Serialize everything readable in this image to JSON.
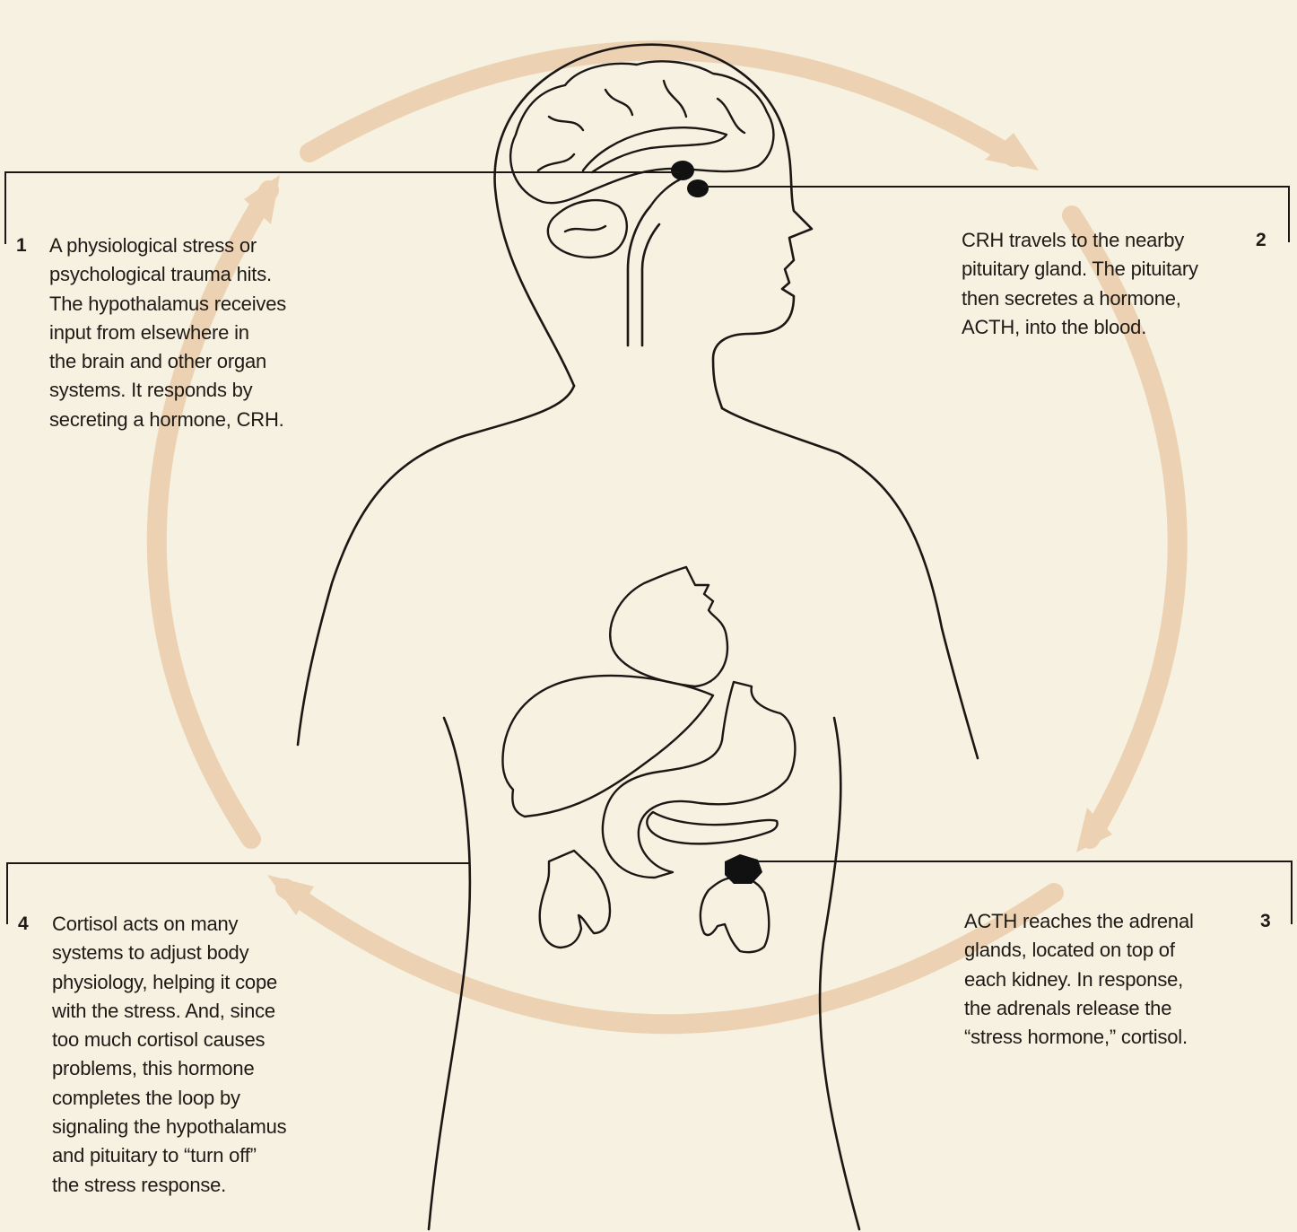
{
  "colors": {
    "background": "#f6f1e1",
    "cycle_arrow": "#ecd2b2",
    "outline": "#1b1714",
    "gland_fill": "#111111"
  },
  "steps": [
    {
      "number": "1",
      "text": "A physiological stress or\npsychological trauma hits.\nThe hypothalamus receives\ninput from elsewhere in\nthe brain and other organ\nsystems. It responds by\nsecreting a hormone, CRH."
    },
    {
      "number": "2",
      "text": "CRH travels to the nearby\npituitary gland. The pituitary\nthen secretes a hormone,\nACTH, into the blood."
    },
    {
      "number": "3",
      "text": "ACTH reaches the adrenal\nglands, located on top of\neach kidney. In response,\nthe adrenals release the\n“stress hormone,” cortisol."
    },
    {
      "number": "4",
      "text": "Cortisol acts on many\nsystems to adjust body\nphysiology, helping it cope\nwith the stress. And, since\ntoo much cortisol causes\nproblems, this hormone\ncompletes the loop by\nsignaling the hypothalamus\nand pituitary to “turn off”\nthe stress response."
    }
  ],
  "icons": {
    "cycle": "circular-arrows-icon",
    "body": "human-body-outline-icon",
    "brain": "brain-icon",
    "hypothalamus": "hypothalamus-dot",
    "pituitary": "pituitary-dot",
    "adrenal": "adrenal-gland-dot"
  }
}
